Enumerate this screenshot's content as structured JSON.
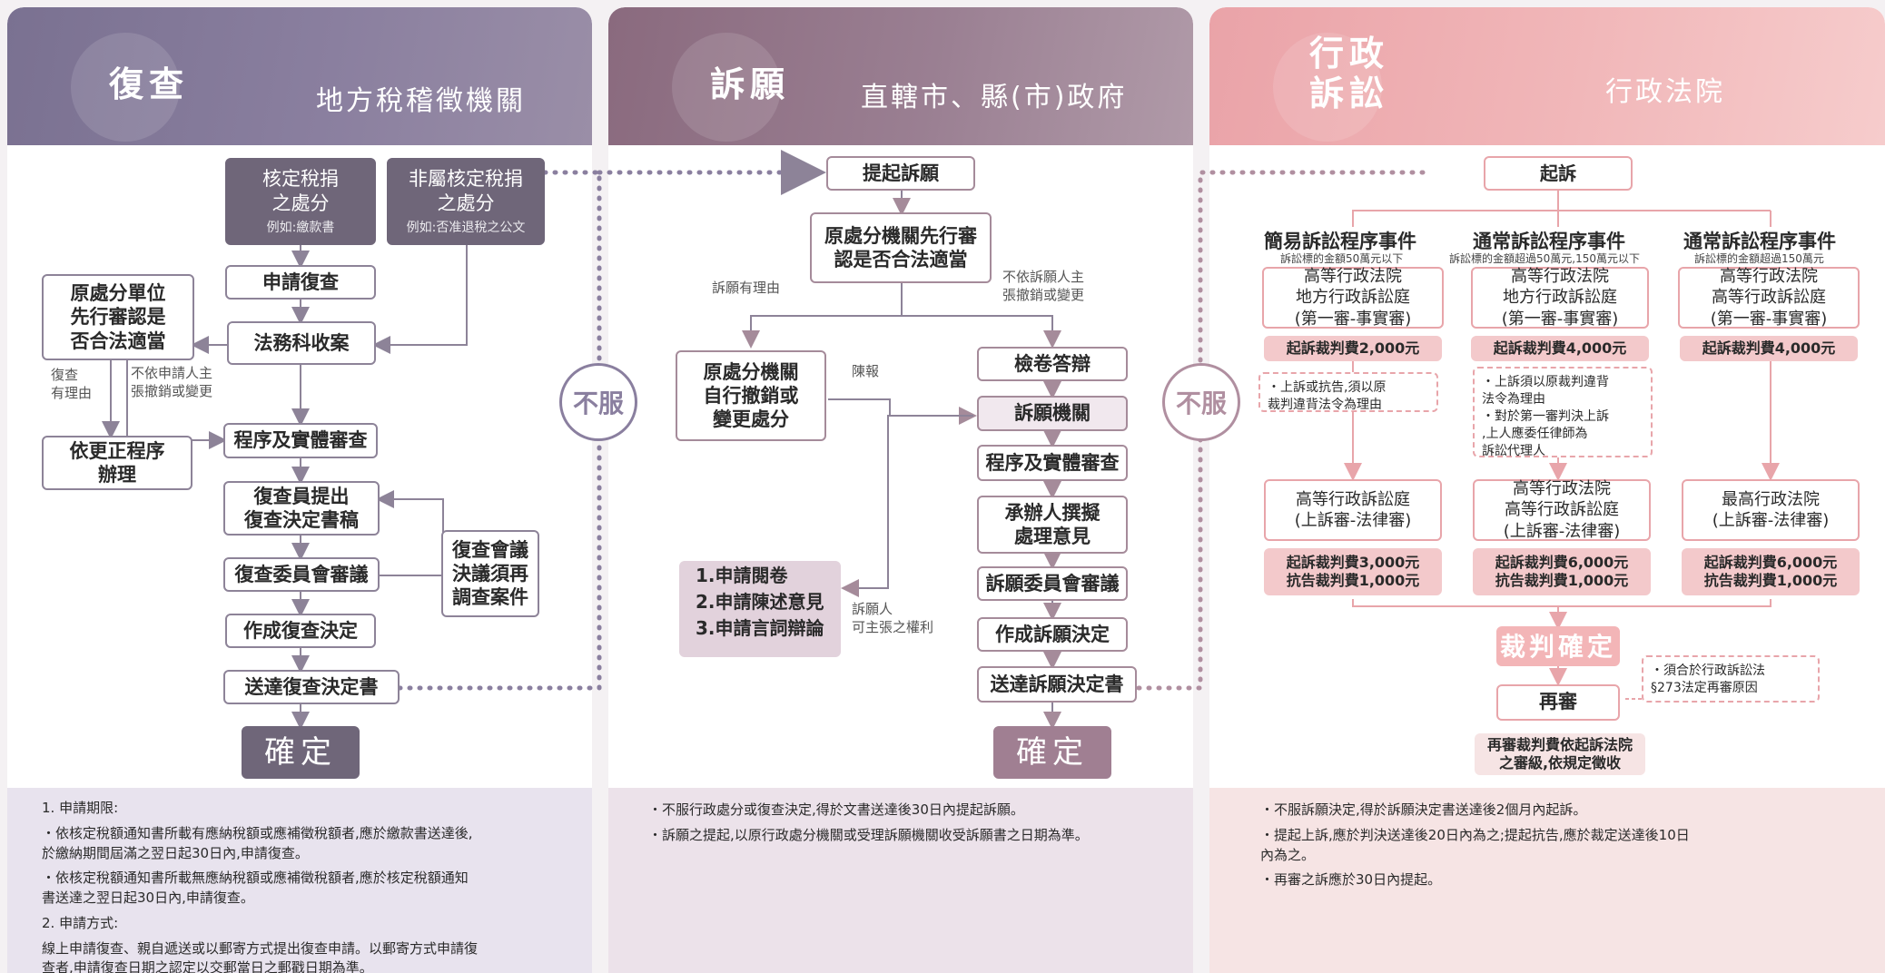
{
  "colors": {
    "review": "#7a7191",
    "appeal": "#8a6a7e",
    "litigation": "#eaa3a8"
  },
  "review": {
    "title": "復查",
    "subtitle": "地方稅稽徵機關",
    "box_assessed": "核定稅捐\n之處分",
    "box_assessed_eg": "例如:繳款書",
    "box_nonassessed": "非屬核定稅捐\n之處分",
    "box_nonassessed_eg": "例如:否准退稅之公文",
    "apply": "申請復查",
    "orig_unit": "原處分單位\n先行審認是\n否合法適當",
    "legal": "法務科收案",
    "reason_lbl": "復查\n有理由",
    "not_follow_lbl": "不依申請人主\n張撤銷或變更",
    "correct": "依更正程序\n辦理",
    "proc_review": "程序及實體審查",
    "draft": "復查員提出\n復查決定書稿",
    "meeting": "復查委員會審議",
    "reinvestigate": "復查會議\n決議須再\n調查案件",
    "decision": "作成復查決定",
    "deliver": "送達復查決定書",
    "final": "確定",
    "disagree": "不服",
    "notes_1_title": "1. 申請期限:",
    "notes_1a": "・依核定稅額通知書所載有應納稅額或應補徵稅額者,應於繳款書送達後,\n  於繳納期間屆滿之翌日起30日內,申請復查。",
    "notes_1b": "・依核定稅額通知書所載無應納稅額或應補徵稅額者,應於核定稅額通知\n  書送達之翌日起30日內,申請復查。",
    "notes_2_title": "2. 申請方式:",
    "notes_2a": "  線上申請復查、親自遞送或以郵寄方式提出復查申請。以郵寄方式申請復\n  查者,申請復查日期之認定以交郵當日之郵戳日期為準。"
  },
  "appeal": {
    "title": "訴願",
    "subtitle": "直轄市、縣(市)政府",
    "file": "提起訴願",
    "orig_review": "原處分機關先行審\n認是否合法適當",
    "reason_lbl": "訴願有理由",
    "not_follow_lbl": "不依訴願人主\n張撤銷或變更",
    "self_revoke": "原處分機關\n自行撤銷或\n變更處分",
    "report_lbl": "陳報",
    "inspect": "檢卷答辯",
    "agency": "訴願機關",
    "proc_review": "程序及實體審查",
    "drafter": "承辦人撰擬\n處理意見",
    "committee": "訴願委員會審議",
    "decision": "作成訴願決定",
    "deliver": "送達訴願決定書",
    "final": "確定",
    "rights_1": "1.申請閱卷",
    "rights_2": "2.申請陳述意見",
    "rights_3": "3.申請言詞辯論",
    "rights_lbl": "訴願人\n可主張之權利",
    "disagree": "不服",
    "notes_a": "・不服行政處分或復查決定,得於文書送達後30日內提起訴願。",
    "notes_b": "・訴願之提起,以原行政處分機關或受理訴願機關收受訴願書之日期為準。"
  },
  "litigation": {
    "title": "行政\n訴訟",
    "subtitle": "行政法院",
    "sue": "起訴",
    "cols": [
      {
        "type": "簡易訴訟程序事件",
        "amount": "訴訟標的金額50萬元以下",
        "first": "高等行政法院\n地方行政訴訟庭\n(第一審-事實審)",
        "first_fee": "起訴裁判費2,000元",
        "appeal_court": "高等行政訴訟庭\n(上訴審-法律審)",
        "appeal_fee": "起訴裁判費3,000元\n抗告裁判費1,000元"
      },
      {
        "type": "通常訴訟程序事件",
        "amount": "訴訟標的金額超過50萬元,150萬元以下",
        "first": "高等行政法院\n地方行政訴訟庭\n(第一審-事實審)",
        "first_fee": "起訴裁判費4,000元",
        "appeal_court": "高等行政法院\n高等行政訴訟庭\n(上訴審-法律審)",
        "appeal_fee": "起訴裁判費6,000元\n抗告裁判費1,000元"
      },
      {
        "type": "通常訴訟程序事件",
        "amount": "訴訟標的金額超過150萬元",
        "first": "高等行政法院\n高等行政訴訟庭\n(第一審-事實審)",
        "first_fee": "起訴裁判費4,000元",
        "appeal_court": "最高行政法院\n(上訴審-法律審)",
        "appeal_fee": "起訴裁判費6,000元\n抗告裁判費1,000元"
      }
    ],
    "note_left": "・上訴或抗告,須以原\n  裁判違背法令為理由",
    "note_mid": "・上訴須以原裁判違背\n  法令為理由\n・對於第一審判決上訴\n  ,上人應委任律師為\n  訴訟代理人",
    "judgment_final": "裁判確定",
    "retrial": "再審",
    "retrial_note": "・須合於行政訴訟法\n  §273法定再審原因",
    "retrial_fee": "再審裁判費依起訴法院\n之審級,依規定徵收",
    "notes_a": "・不服訴願決定,得於訴願決定書送達後2個月內起訴。",
    "notes_b": "・提起上訴,應於判決送達後20日內為之;提起抗告,應於裁定送達後10日\n  內為之。",
    "notes_c": "・再審之訴應於30日內提起。"
  }
}
